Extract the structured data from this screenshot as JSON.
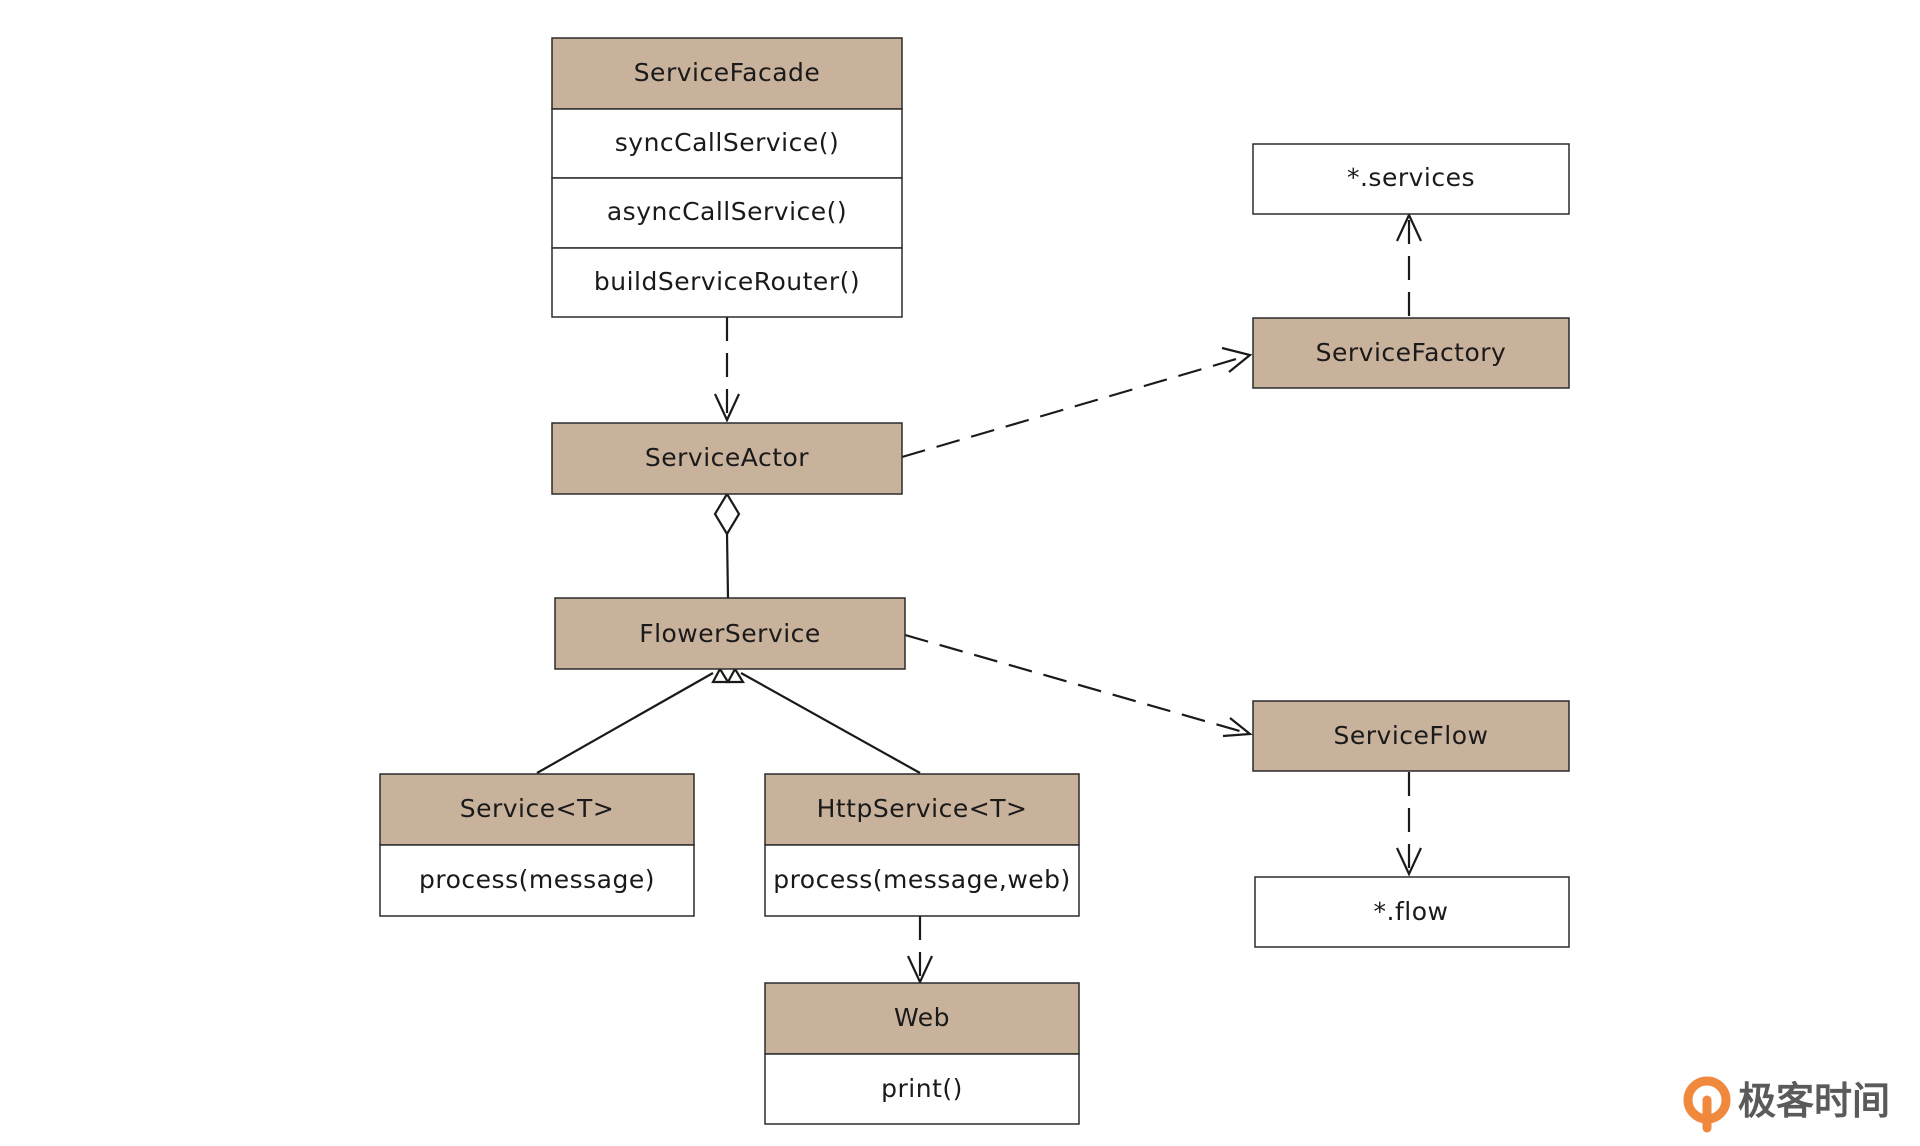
{
  "classes": {
    "service_facade": {
      "name": "ServiceFacade",
      "methods": [
        "syncCallService()",
        "asyncCallService()",
        "buildServiceRouter()"
      ]
    },
    "service_actor": {
      "name": "ServiceActor"
    },
    "flower_service": {
      "name": "FlowerService"
    },
    "service": {
      "name": "Service<T>",
      "methods": [
        "process(message)"
      ]
    },
    "http_service": {
      "name": "HttpService<T>",
      "methods": [
        "process(message,web)"
      ]
    },
    "web": {
      "name": "Web",
      "methods": [
        "print()"
      ]
    },
    "service_factory": {
      "name": "ServiceFactory"
    },
    "service_flow": {
      "name": "ServiceFlow"
    },
    "services_files": {
      "name": "*.services"
    },
    "flow_files": {
      "name": "*.flow"
    }
  },
  "relationships": [
    {
      "from": "ServiceFacade",
      "to": "ServiceActor",
      "type": "dependency"
    },
    {
      "from": "ServiceActor",
      "to": "ServiceFactory",
      "type": "dependency"
    },
    {
      "from": "ServiceFactory",
      "to": "*.services",
      "type": "dependency"
    },
    {
      "from": "ServiceActor",
      "to": "FlowerService",
      "type": "aggregation"
    },
    {
      "from": "Service<T>",
      "to": "FlowerService",
      "type": "generalization"
    },
    {
      "from": "HttpService<T>",
      "to": "FlowerService",
      "type": "generalization"
    },
    {
      "from": "FlowerService",
      "to": "ServiceFlow",
      "type": "dependency"
    },
    {
      "from": "ServiceFlow",
      "to": "*.flow",
      "type": "dependency"
    },
    {
      "from": "HttpService<T>",
      "to": "Web",
      "type": "dependency"
    }
  ],
  "colors": {
    "header_fill": "#c9b29c",
    "body_fill": "#ffffff",
    "stroke": "#2b2b2b",
    "brand_orange": "#f0883e",
    "brand_text": "#5a5a5a"
  },
  "brand": {
    "text": "极客时间",
    "icon": "geektime-logo-icon"
  }
}
